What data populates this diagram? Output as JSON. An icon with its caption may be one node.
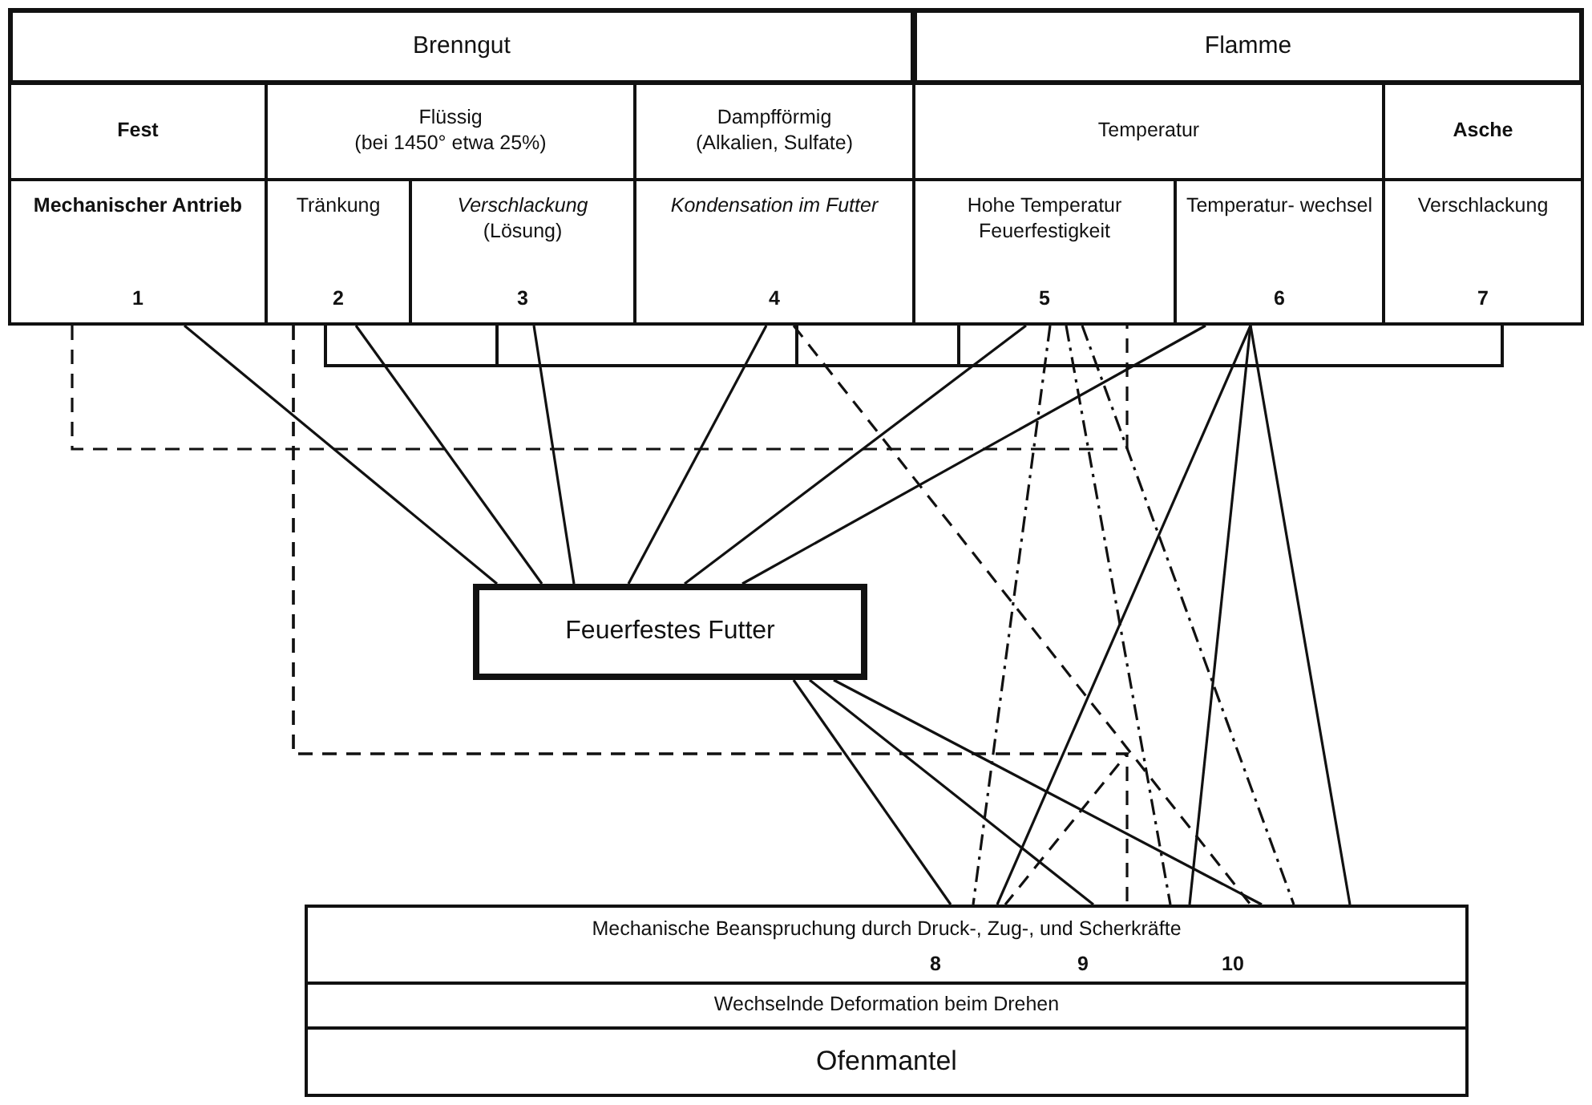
{
  "diagram": {
    "nodes": [
      {
        "text": [
          "Brenngut"
        ]
      },
      {
        "text": [
          "Flamme"
        ]
      },
      {
        "text": [
          "Fest"
        ]
      },
      {
        "text": [
          "Flüssig",
          "(bei 1450° etwa 25%)"
        ]
      },
      {
        "text": [
          "Dampfförmig",
          "(Alkalien, Sulfate)"
        ]
      },
      {
        "text": [
          "Temperatur"
        ]
      },
      {
        "text": [
          "Asche"
        ]
      },
      {
        "text": [
          "Mechanischer Antrieb",
          "1"
        ]
      },
      {
        "text": [
          "Tränkung",
          "2"
        ]
      },
      {
        "text": [
          "Verschlackung",
          "(Lösung)",
          "3"
        ]
      },
      {
        "text": [
          "Kondensation im Futter",
          "4"
        ]
      },
      {
        "text": [
          "Hohe Temperatur Feuerfestigkeit",
          "5"
        ]
      },
      {
        "text": [
          "Temperatur- wechsel",
          "6"
        ]
      },
      {
        "text": [
          "Verschlackung",
          "7"
        ]
      },
      {
        "text": [
          "Feuerfestes Futter"
        ]
      },
      {
        "text": [
          "Mechanische Beanspruchung durch Druck-, Zug-, und Scherkräfte",
          "8",
          "9",
          "10"
        ]
      },
      {
        "text": [
          "Wechselnde Deformation beim Drehen"
        ]
      },
      {
        "text": [
          "Ofenmantel"
        ]
      }
    ],
    "edges": [
      {
        "from": 7,
        "to": 14,
        "arrow": "none"
      },
      {
        "from": 8,
        "to": 14,
        "arrow": "none"
      },
      {
        "from": 9,
        "to": 14,
        "arrow": "none"
      },
      {
        "from": 10,
        "to": 14,
        "arrow": "none"
      },
      {
        "from": 11,
        "to": 14,
        "arrow": "none"
      },
      {
        "from": 12,
        "to": 14,
        "arrow": "none"
      },
      {
        "from": 14,
        "to": 15,
        "arrow": "none"
      },
      {
        "from": 14,
        "to": 15,
        "arrow": "none"
      },
      {
        "from": 14,
        "to": 15,
        "arrow": "none"
      },
      {
        "from": 12,
        "to": 15,
        "arrow": "none"
      },
      {
        "from": 12,
        "to": 15,
        "arrow": "none"
      },
      {
        "from": 12,
        "to": 15,
        "arrow": "none"
      },
      {
        "from": 11,
        "to": 15,
        "arrow": "none",
        "style": "dashed"
      },
      {
        "from": 11,
        "to": 15,
        "arrow": "none",
        "style": "dashed"
      },
      {
        "from": 11,
        "to": 15,
        "arrow": "none",
        "style": "dashed"
      },
      {
        "from": 10,
        "to": 15,
        "arrow": "none",
        "style": "dashed"
      },
      {
        "from": 7,
        "to": 11,
        "arrow": "none",
        "style": "dashed"
      },
      {
        "from": 8,
        "to": 15,
        "arrow": "none",
        "style": "dashed"
      },
      {
        "from": 8,
        "to": 15,
        "arrow": "none",
        "style": "dashed"
      }
    ]
  }
}
